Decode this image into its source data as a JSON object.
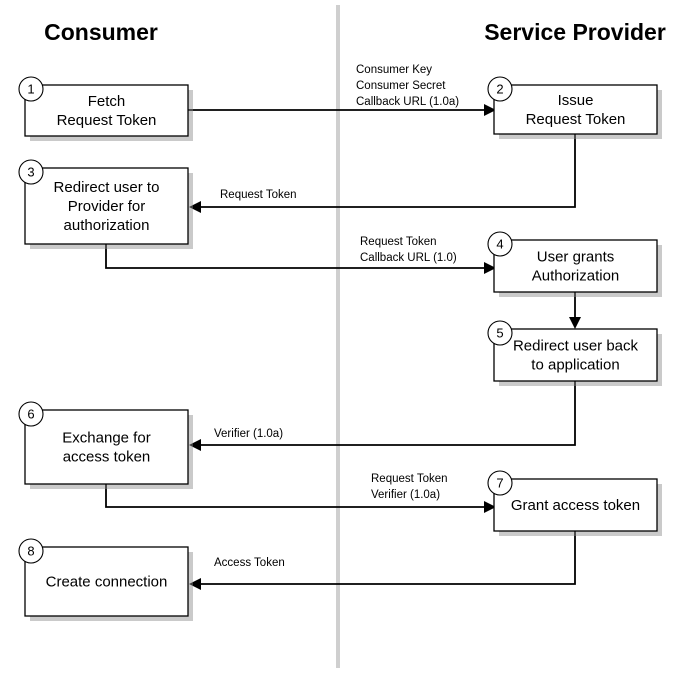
{
  "headers": {
    "consumer": "Consumer",
    "provider": "Service Provider"
  },
  "steps": [
    {
      "number": "1",
      "lines": [
        "Fetch",
        "Request Token"
      ]
    },
    {
      "number": "2",
      "lines": [
        "Issue",
        "Request Token"
      ]
    },
    {
      "number": "3",
      "lines": [
        "Redirect user to",
        "Provider for",
        "authorization"
      ]
    },
    {
      "number": "4",
      "lines": [
        "User grants",
        "Authorization"
      ]
    },
    {
      "number": "5",
      "lines": [
        "Redirect user back",
        "to application"
      ]
    },
    {
      "number": "6",
      "lines": [
        "Exchange for",
        "access token"
      ]
    },
    {
      "number": "7",
      "lines": [
        "Grant access token"
      ]
    },
    {
      "number": "8",
      "lines": [
        "Create connection"
      ]
    }
  ],
  "messages": [
    {
      "lines": [
        "Consumer Key",
        "Consumer Secret",
        "Callback URL (1.0a)"
      ]
    },
    {
      "lines": [
        "Request Token"
      ]
    },
    {
      "lines": [
        "Request Token",
        "Callback URL (1.0)"
      ]
    },
    {
      "lines": [
        "Verifier (1.0a)"
      ]
    },
    {
      "lines": [
        "Request Token",
        "Verifier (1.0a)"
      ]
    },
    {
      "lines": [
        "Access Token"
      ]
    }
  ],
  "colors": {
    "divider": "#cfcfcf",
    "box_border": "#000000"
  }
}
